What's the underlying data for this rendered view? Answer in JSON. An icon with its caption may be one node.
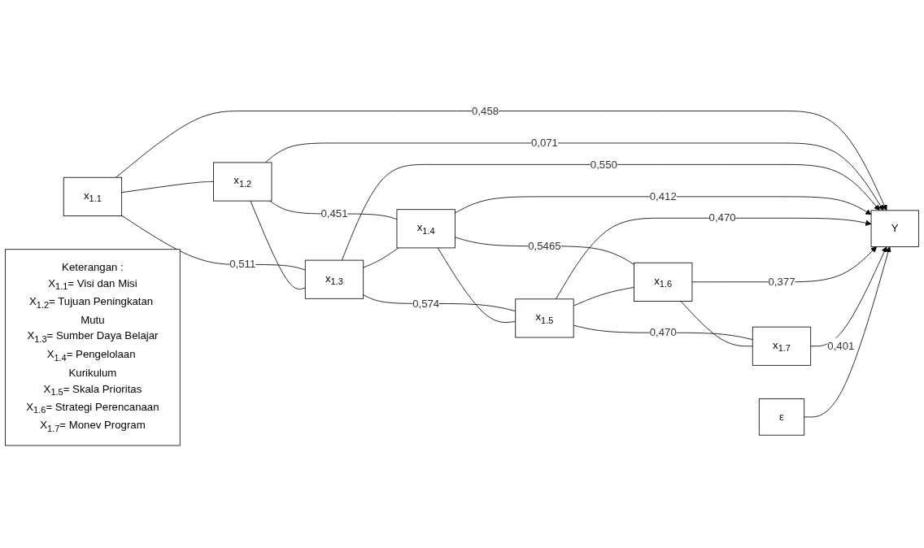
{
  "diagram": {
    "nodes": [
      {
        "text": [
          "x$_{1.1}$"
        ]
      },
      {
        "text": [
          "x$_{1.2}$"
        ]
      },
      {
        "text": [
          "x$_{1.3}$"
        ]
      },
      {
        "text": [
          "x$_{1.4}$"
        ]
      },
      {
        "text": [
          "x$_{1.5}$"
        ]
      },
      {
        "text": [
          "x$_{1.6}$"
        ]
      },
      {
        "text": [
          "x$_{1.7}$"
        ]
      },
      {
        "text": [
          "ε"
        ]
      },
      {
        "text": [
          "Y"
        ]
      },
      {
        "text": [
          "Keterangan :",
          "X$_{1.1}$= Visi dan Misi",
          "X$_{1.2}$= Tujuan Peningkatan Mutu",
          "X$_{1.3}$= Sumber Daya Belajar",
          "X$_{1.4}$= Pengelolaan Kurikulum",
          "X$_{1.5}$= Skala Prioritas",
          "X$_{1.6}$= Strategi Perencanaan",
          "X$_{1.7}$= Monev Program"
        ]
      }
    ],
    "edges": [
      {
        "from": 0,
        "to": 1,
        "arrow": "none"
      },
      {
        "from": 0,
        "to": 2,
        "arrow": "none",
        "label": "0,511"
      },
      {
        "from": 1,
        "to": 2,
        "arrow": "none"
      },
      {
        "from": 1,
        "to": 3,
        "arrow": "none",
        "label": "0,451"
      },
      {
        "from": 2,
        "to": 3,
        "arrow": "none"
      },
      {
        "from": 2,
        "to": 4,
        "arrow": "none",
        "label": "0,574"
      },
      {
        "from": 3,
        "to": 4,
        "arrow": "none"
      },
      {
        "from": 3,
        "to": 5,
        "arrow": "none",
        "label": "0,5465"
      },
      {
        "from": 4,
        "to": 5,
        "arrow": "none"
      },
      {
        "from": 4,
        "to": 6,
        "arrow": "none",
        "label": "0,470"
      },
      {
        "from": 5,
        "to": 6,
        "arrow": "none"
      },
      {
        "from": 0,
        "to": 8,
        "arrow": "to",
        "label": "0,458"
      },
      {
        "from": 1,
        "to": 8,
        "arrow": "to",
        "label": "0,071"
      },
      {
        "from": 2,
        "to": 8,
        "arrow": "to",
        "label": "0,550"
      },
      {
        "from": 3,
        "to": 8,
        "arrow": "to",
        "label": "0,412"
      },
      {
        "from": 4,
        "to": 8,
        "arrow": "to",
        "label": "0,470"
      },
      {
        "from": 5,
        "to": 8,
        "arrow": "to",
        "label": "0,377"
      },
      {
        "from": 6,
        "to": 8,
        "arrow": "to",
        "label": "0,401"
      },
      {
        "from": 7,
        "to": 8,
        "arrow": "to"
      }
    ]
  }
}
